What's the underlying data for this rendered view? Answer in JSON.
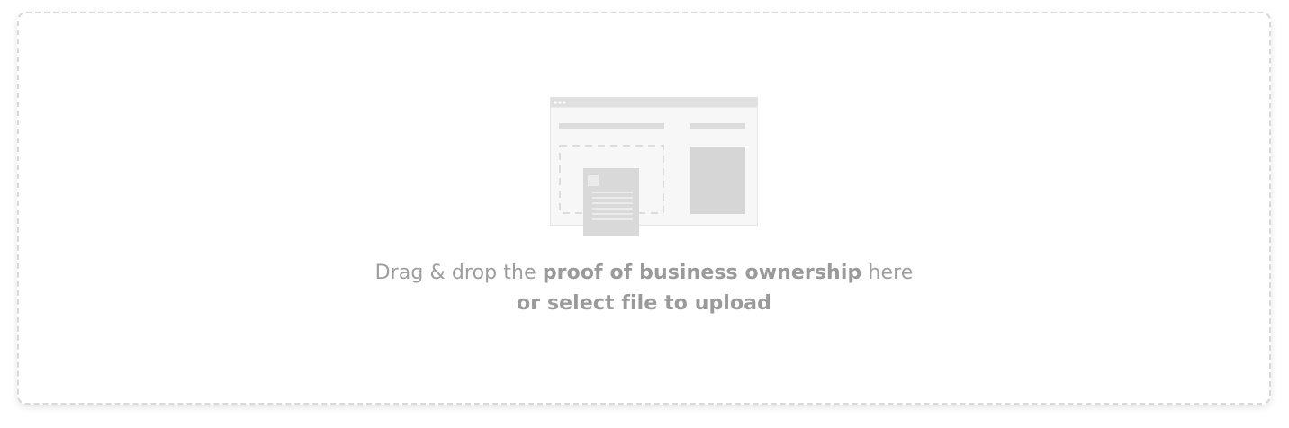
{
  "upload": {
    "text_before": "Drag & drop the ",
    "document_name": "proof of business ownership",
    "text_after": " here",
    "select_link": "or select file to upload"
  },
  "icons": {
    "illustration": "document-upload-illustration"
  },
  "colors": {
    "border": "#d9d9d9",
    "text": "#9e9e9e",
    "illustration_fill": "#d8d8d8",
    "illustration_frame": "#eeeeee"
  }
}
